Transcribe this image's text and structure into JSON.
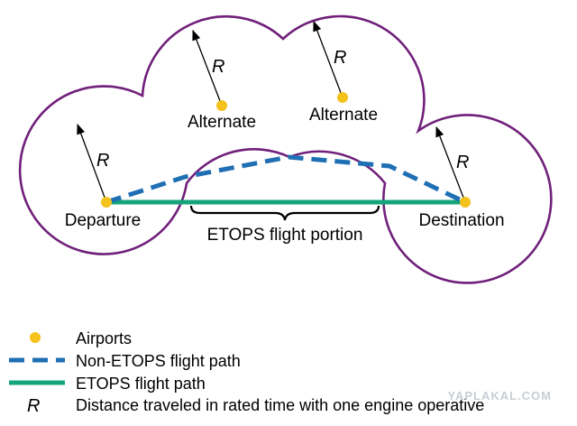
{
  "colors": {
    "range_outline": "#70207a",
    "airport": "#f5c21b",
    "non_etops_path": "#1f6fb4",
    "etops_path": "#15a57a",
    "arrow": "#000000"
  },
  "airports": {
    "departure": "Departure",
    "alternate_1": "Alternate",
    "alternate_2": "Alternate",
    "destination": "Destination"
  },
  "radius_label": "R",
  "etops_portion_label": "ETOPS flight portion",
  "legend": {
    "airports": "Airports",
    "non_etops": "Non-ETOPS flight path",
    "etops": "ETOPS flight path",
    "r_symbol": "R",
    "r_desc": "Distance traveled in rated time with one engine operative"
  },
  "watermark": "YAPLAKAL.COM"
}
